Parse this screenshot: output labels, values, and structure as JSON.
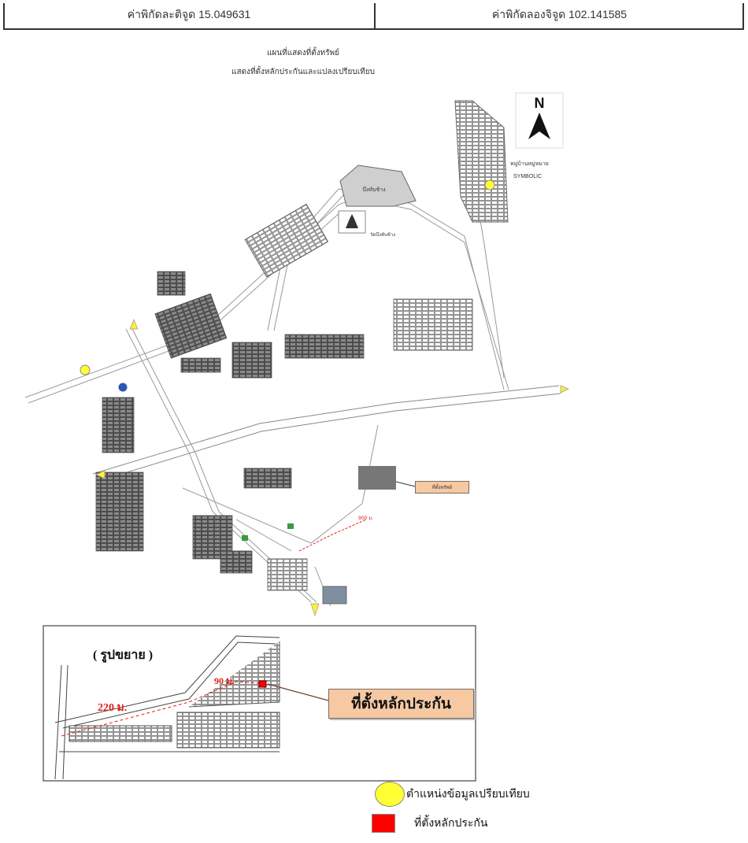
{
  "header": {
    "latitude_label": "ค่าพิกัดละติจูด 15.049631",
    "longitude_label": "ค่าพิกัดลองจิจูด 102.141585"
  },
  "map_title": {
    "line1": "แผนที่แสดงที่ตั้งทรัพย์",
    "line2": "แสดงที่ตั้งหลักประกันและแปลงเปรียบเทียบ"
  },
  "north_label": "N",
  "map_labels": {
    "village_top_right": "หมู่บ้านหมู่หมาย",
    "symbolic": "SYMBOLIC",
    "pond": "บึงทับช้าง",
    "temple": "วัดบึงทับช้าง",
    "callout_small": "ที่ตั้งทรัพย์",
    "distance_main": "900 ม."
  },
  "inset": {
    "title": "( รูปขยาย )",
    "distance_1": "220 ม.",
    "distance_2": "90 ม.",
    "callout": "ที่ตั้งหลักประกัน"
  },
  "legend": {
    "comparison_label": "ตำแหน่งข้อมูลเปรียบเทียบ",
    "collateral_label": "ที่ตั้งหลักประกัน",
    "comparison_color": "#ffff33",
    "collateral_color": "#ff0000"
  }
}
